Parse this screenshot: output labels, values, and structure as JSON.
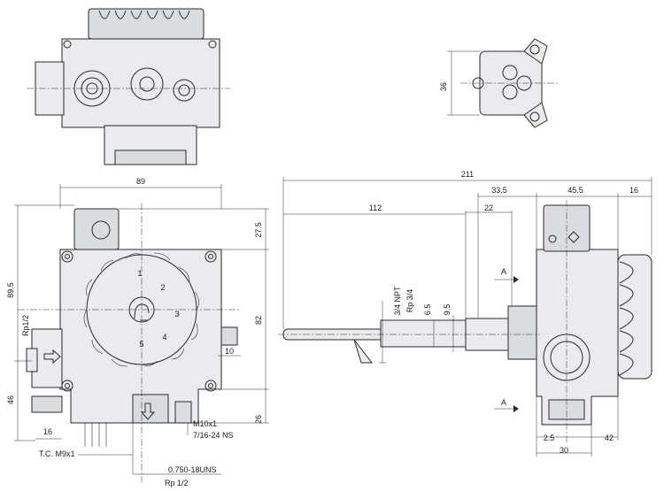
{
  "dimensions": {
    "front_top_height": "36",
    "front_width": "89",
    "front_height": "89.5",
    "front_port_right": "82",
    "front_top_offset": "27.5",
    "front_inlet_thread": "Rp1/2",
    "front_bottom_left": "46",
    "front_bottom_width": "16",
    "front_side_port": "10",
    "front_bottom_right": "26",
    "front_thread_1": "M10x1",
    "front_thread_2": "7/16-24 NS",
    "front_tc": "T.C. M9x1",
    "front_outlet_thread": "0.750-18UNS",
    "front_outlet_rp": "Rp 1/2",
    "side_overall": "211",
    "side_body_left": "33.5",
    "side_body_mid": "45.5",
    "side_right": "16",
    "side_shaft": "112",
    "side_shaft_2": "22",
    "side_npt": "3/4 NPT",
    "side_rp": "Rp 3/4",
    "side_d1": "6.5",
    "side_d2": "9.5",
    "side_bottom_left": "2.5",
    "side_bottom_mid": "30",
    "side_bottom_right": "42",
    "section_label": "A"
  },
  "dial_digits": [
    "1",
    "2",
    "3",
    "4",
    "5"
  ]
}
